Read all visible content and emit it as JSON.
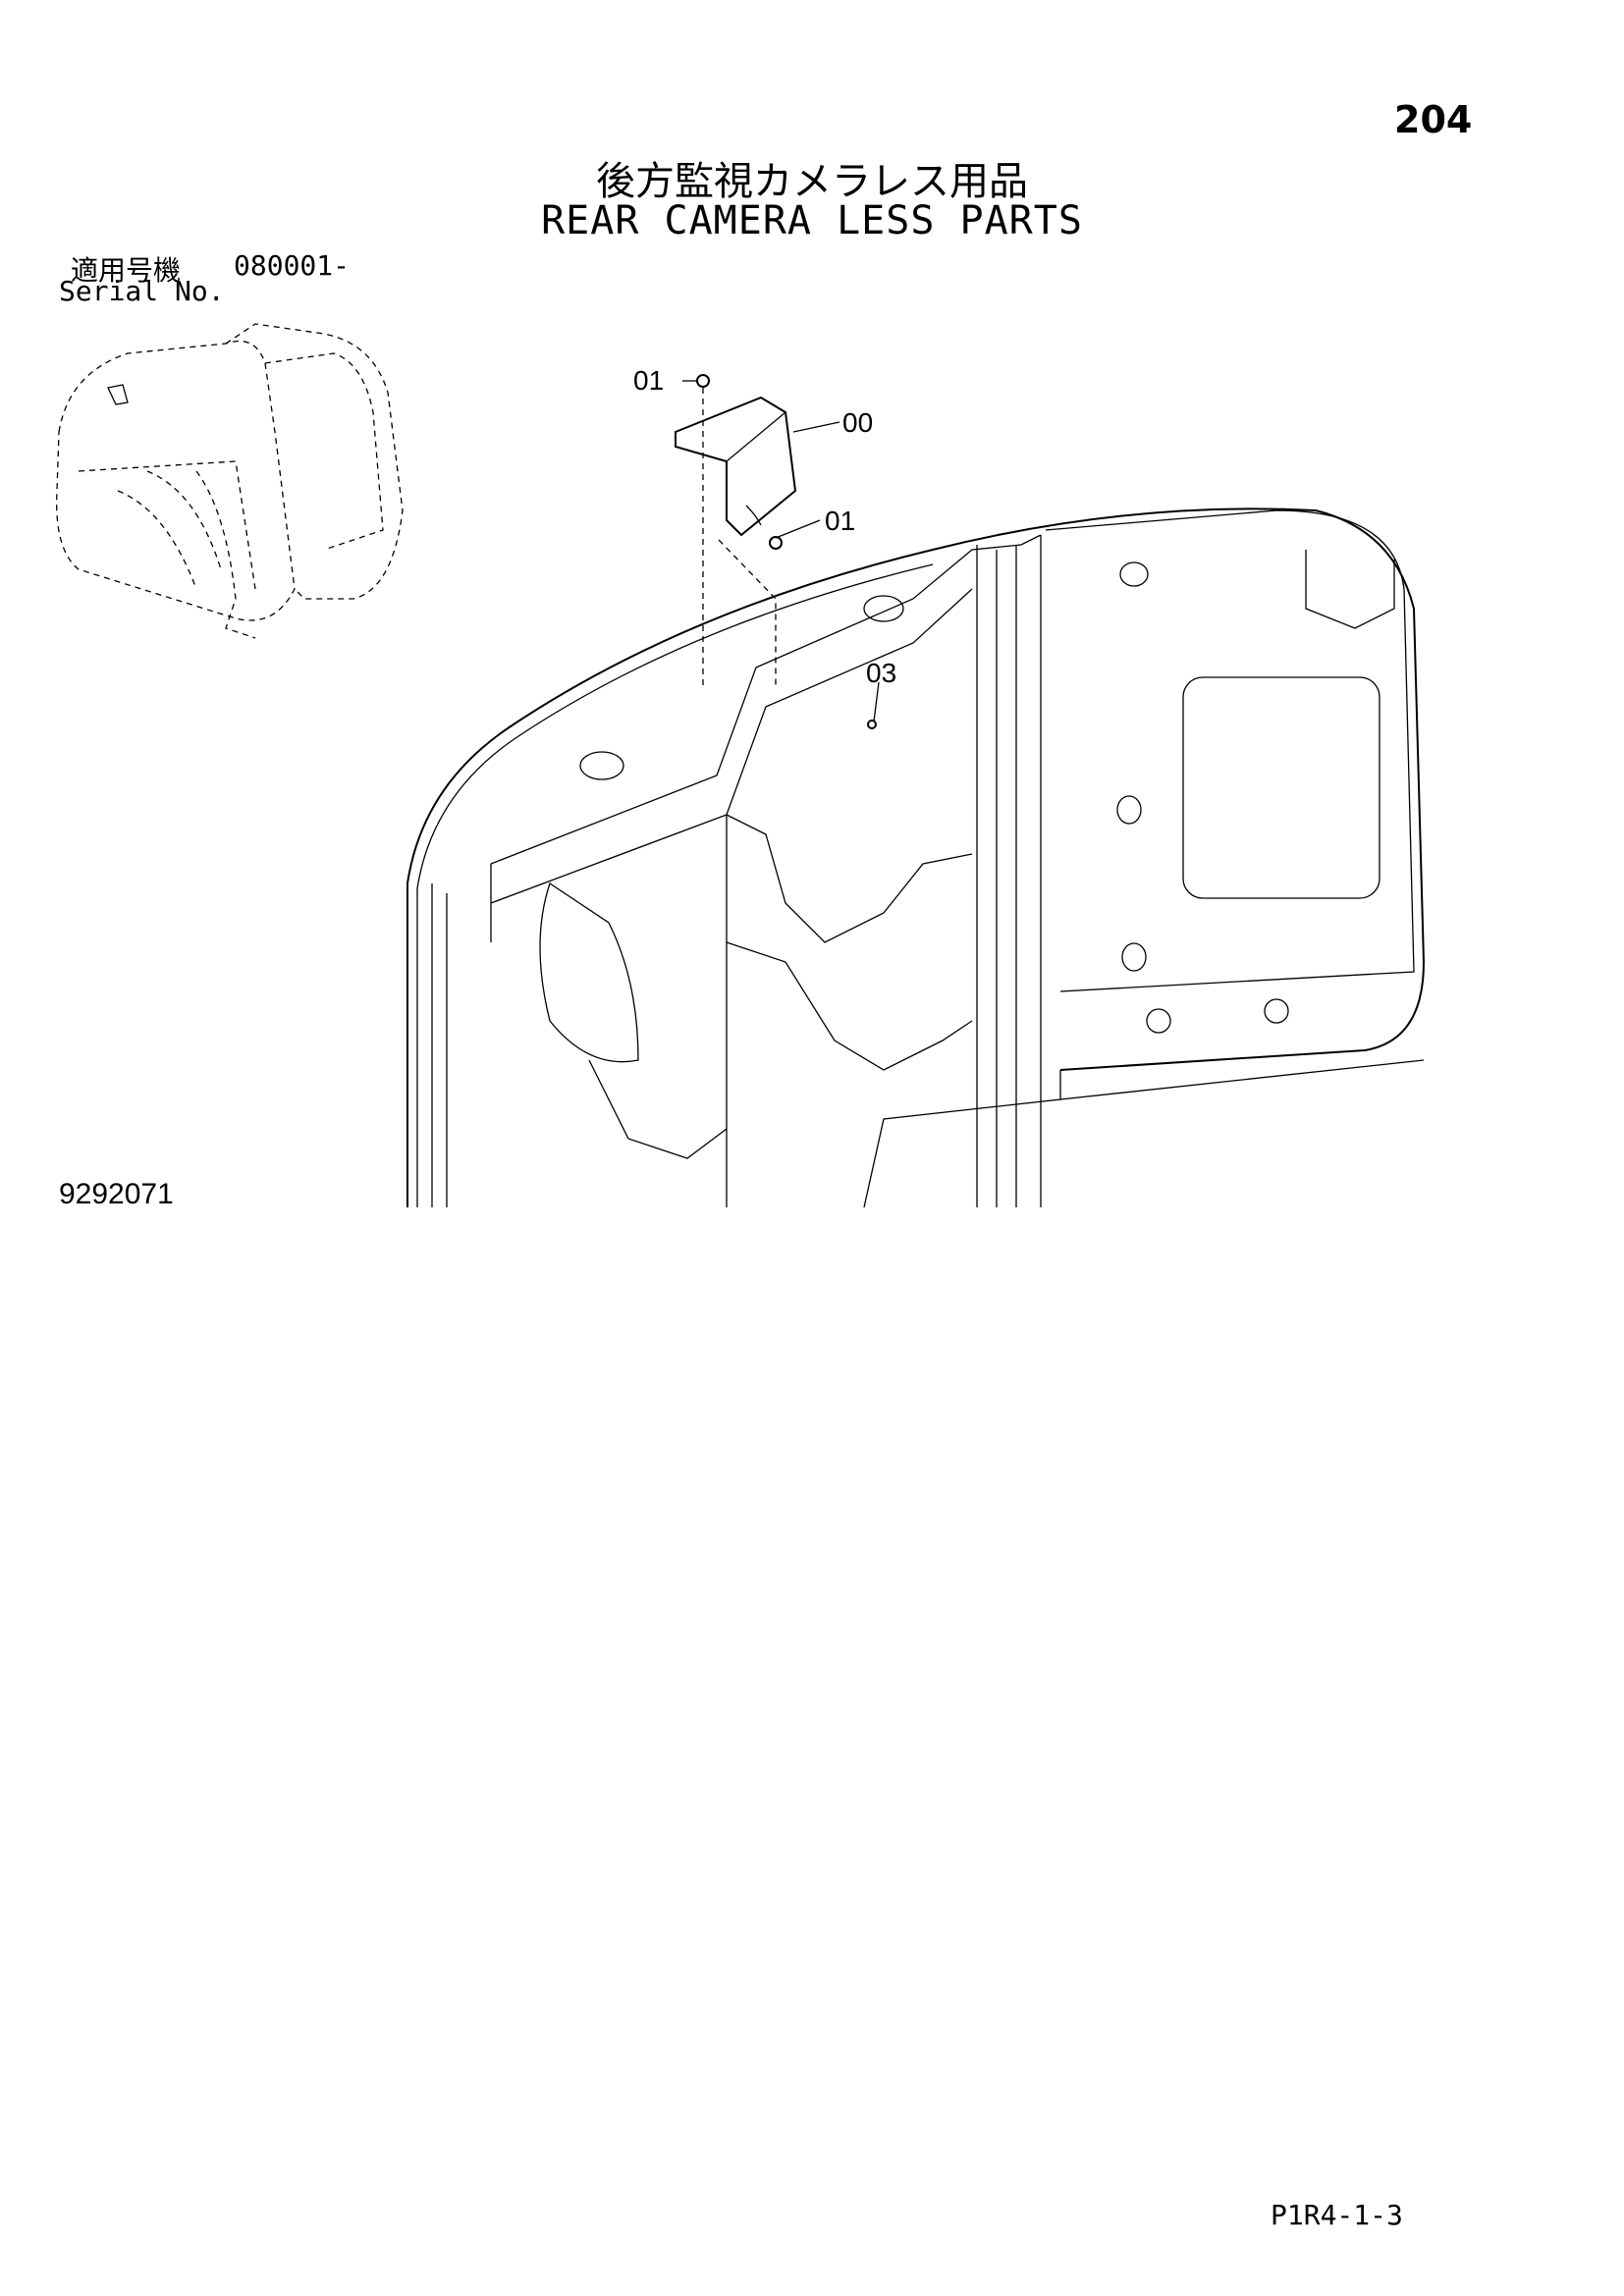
{
  "header": {
    "page_number": "204",
    "title_jp": "後方監視カメラレス用品",
    "title_en": "REAR CAMERA LESS PARTS"
  },
  "serial": {
    "label_jp": "適用号機",
    "value": "080001-",
    "label_en": "Serial No."
  },
  "callouts": [
    {
      "id": "callout-01-top",
      "text": "01"
    },
    {
      "id": "callout-00",
      "text": "00"
    },
    {
      "id": "callout-01-bottom",
      "text": "01"
    },
    {
      "id": "callout-03",
      "text": "03"
    }
  ],
  "figure_number": "9292071",
  "footer_code": "P1R4-1-3"
}
